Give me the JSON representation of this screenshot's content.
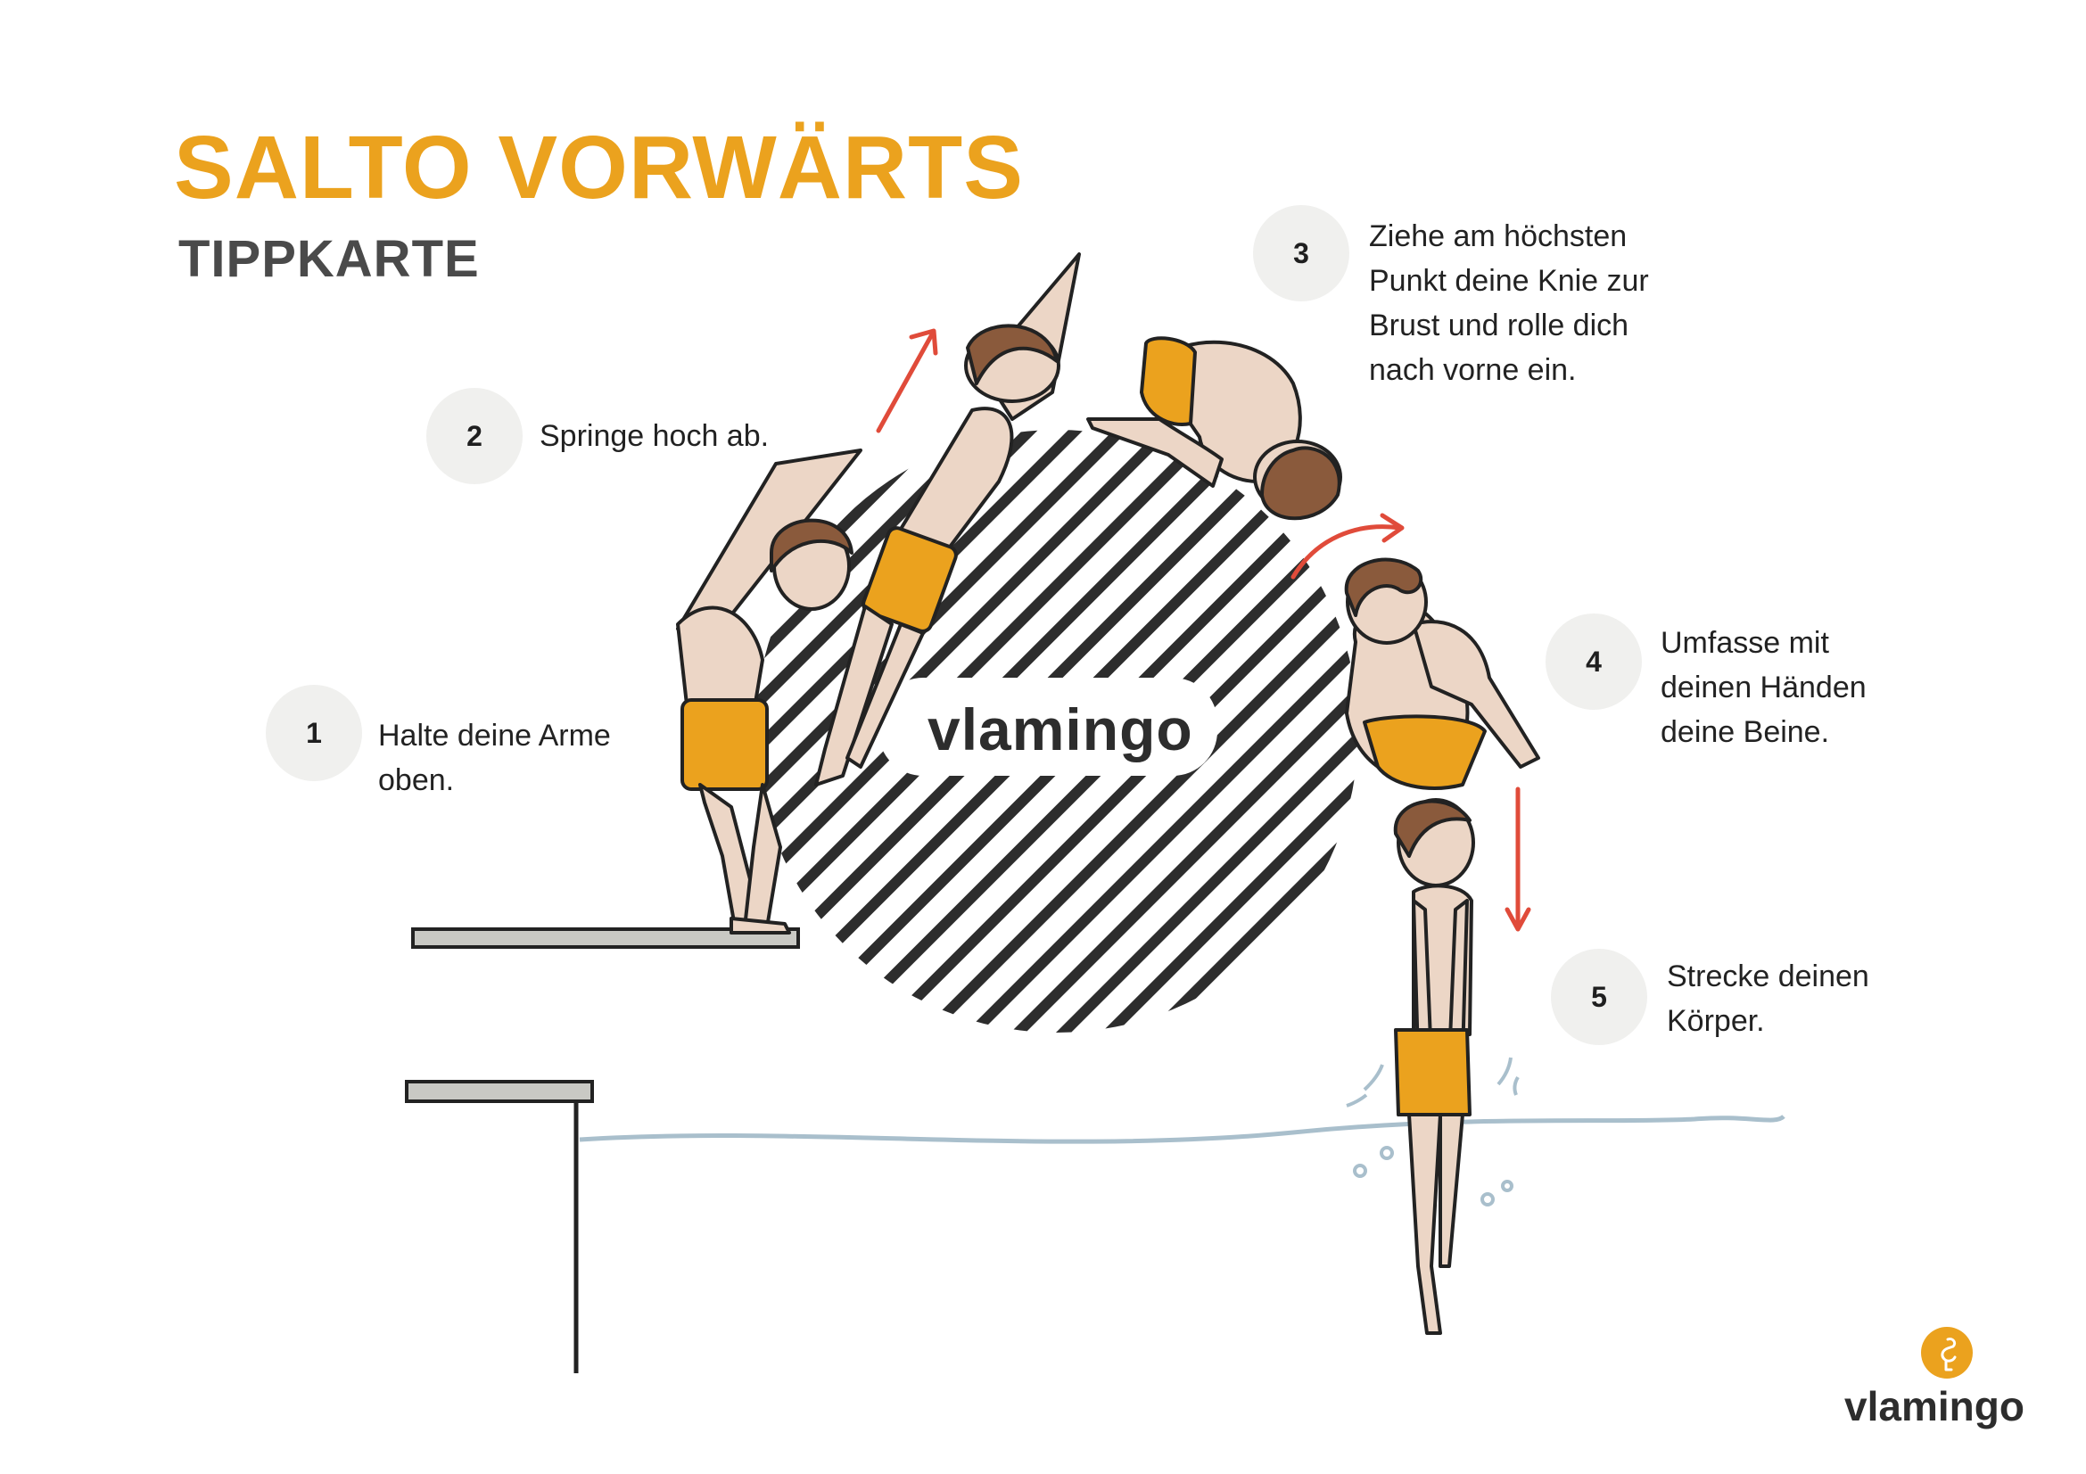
{
  "header": {
    "title": "SALTO VORWÄRTS",
    "subtitle": "TIPPKARTE"
  },
  "steps": [
    {
      "number": "1",
      "lines": [
        "Halte deine Arme",
        "oben."
      ]
    },
    {
      "number": "2",
      "lines": [
        "Springe hoch ab."
      ]
    },
    {
      "number": "3",
      "lines": [
        "Ziehe am höchsten",
        "Punkt deine Knie zur",
        "Brust und rolle dich",
        "nach vorne ein."
      ]
    },
    {
      "number": "4",
      "lines": [
        "Umfasse mit",
        "deinen Händen",
        "deine Beine."
      ]
    },
    {
      "number": "5",
      "lines": [
        "Strecke deinen",
        "Körper."
      ]
    }
  ],
  "brand": {
    "center_wordmark": "vlamingo",
    "logo_wordmark": "vlamingo"
  },
  "colors": {
    "accent": "#eba21e",
    "arrow": "#e04b3a",
    "skin": "#ecd6c6",
    "hair": "#8a5a3c",
    "shorts": "#eba21e",
    "water": "#a9bfcc",
    "board": "#c9c9c4"
  }
}
